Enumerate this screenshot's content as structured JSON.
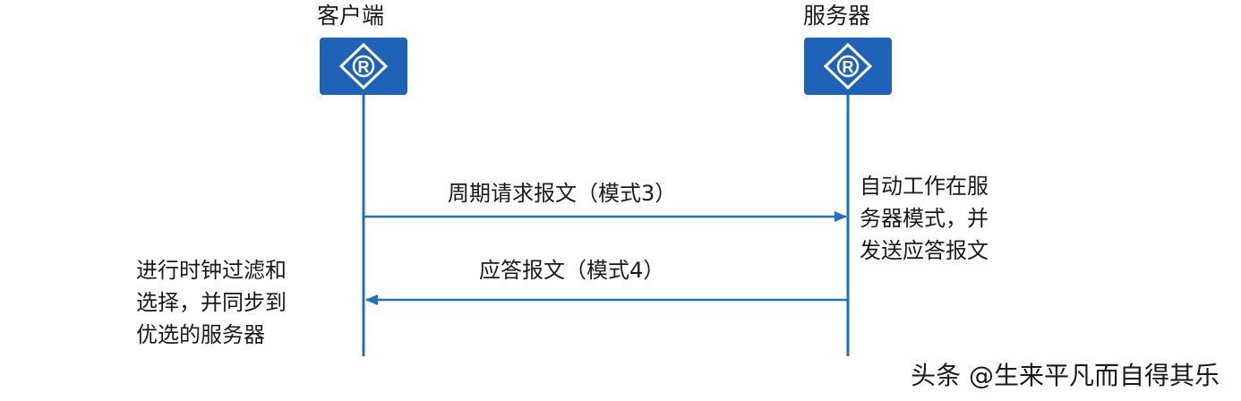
{
  "client": {
    "title": "客户端",
    "icon": "router-icon"
  },
  "server": {
    "title": "服务器",
    "icon": "router-icon"
  },
  "messages": [
    {
      "label": "周期请求报文（模式3）",
      "direction": "client-to-server"
    },
    {
      "label": "应答报文（模式4）",
      "direction": "server-to-client"
    }
  ],
  "server_note": "自动工作在服\n务器模式，并\n发送应答报文",
  "client_note": "进行时钟过滤和\n选择，并同步到\n优选的服务器",
  "watermark": "头条 @生来平凡而自得其乐",
  "colors": {
    "lifeline": "#1f6fc5",
    "icon_bg": "#1f63b8",
    "arrow": "#1f6fc5"
  }
}
